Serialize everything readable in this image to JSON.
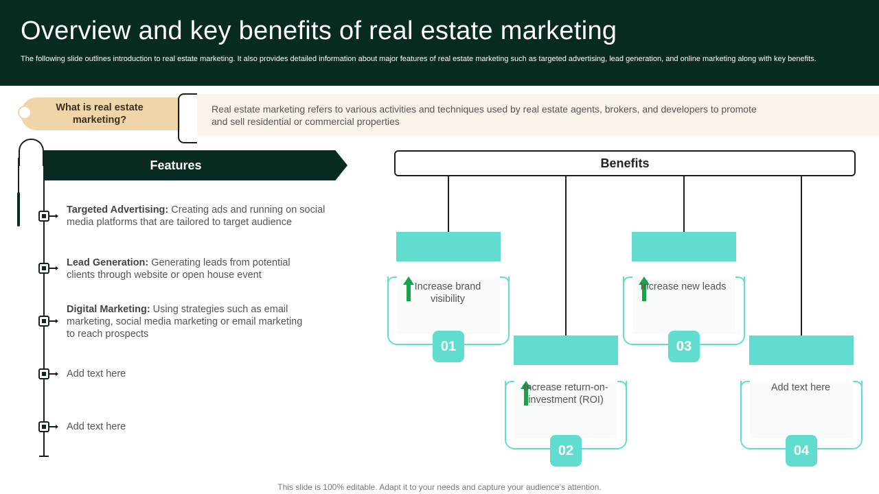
{
  "header": {
    "title": "Overview and key benefits of real estate marketing",
    "subtitle": "The following slide outlines introduction to real estate marketing. It also provides detailed information about major features of real estate marketing such as targeted advertising, lead generation, and online marketing along with key benefits."
  },
  "intro": {
    "question": "What is real estate marketing?",
    "definition": "Real estate marketing refers to various activities and techniques used by real estate agents, brokers, and developers to promote and sell residential or commercial properties"
  },
  "features": {
    "heading": "Features",
    "items": [
      {
        "title": "Targeted Advertising:",
        "text": " Creating ads and running on social media platforms that are tailored to target audience"
      },
      {
        "title": "Lead Generation:",
        "text": " Generating leads from potential clients through website or open house event"
      },
      {
        "title": "Digital Marketing:",
        "text": " Using strategies such as email marketing, social media marketing or email marketing to reach prospects"
      },
      {
        "title": "",
        "text": "Add text here"
      },
      {
        "title": "",
        "text": "Add text here"
      }
    ]
  },
  "benefits": {
    "heading": "Benefits",
    "items": [
      {
        "number": "01",
        "text": "Increase brand visibility",
        "icon": "up-arrow-icon"
      },
      {
        "number": "02",
        "text": "Increase return-on-investment (ROI)",
        "icon": "up-arrow-icon"
      },
      {
        "number": "03",
        "text": "Increase new leads",
        "icon": "up-arrow-icon"
      },
      {
        "number": "04",
        "text": "Add text here",
        "icon": ""
      }
    ]
  },
  "footer": {
    "note": "This slide is 100% editable. Adapt it to your needs and capture your audience’s attention."
  },
  "colors": {
    "dark_green": "#072a22",
    "teal": "#61ddd0",
    "tag_beige": "#f0d5a9",
    "arrow_green": "#17a34a"
  }
}
